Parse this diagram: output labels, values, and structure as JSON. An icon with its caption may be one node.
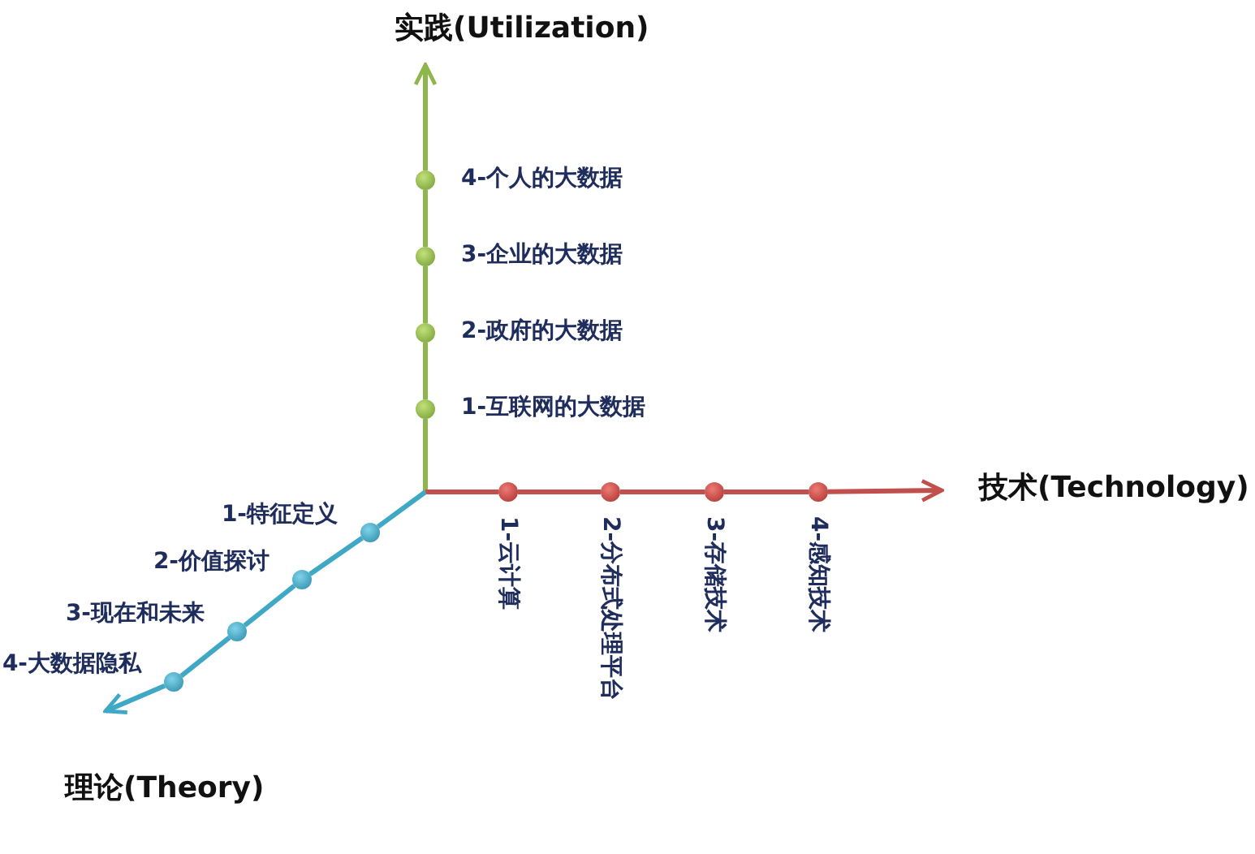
{
  "diagram": {
    "nodes": [
      {
        "text": [
          "实践(Utilization)"
        ]
      },
      {
        "text": [
          "技术(Technology)"
        ]
      },
      {
        "text": [
          "理论(Theory)"
        ]
      },
      {
        "text": [],
        "shape": "circle",
        "beside": [
          "1-互联网的大数据"
        ]
      },
      {
        "text": [],
        "shape": "circle",
        "beside": [
          "2-政府的大数据"
        ]
      },
      {
        "text": [],
        "shape": "circle",
        "beside": [
          "3-企业的大数据"
        ]
      },
      {
        "text": [],
        "shape": "circle",
        "beside": [
          "4-个人的大数据"
        ]
      },
      {
        "text": [],
        "shape": "circle",
        "beside": [
          "1-云计算"
        ]
      },
      {
        "text": [],
        "shape": "circle",
        "beside": [
          "2-分布式处理平台"
        ]
      },
      {
        "text": [],
        "shape": "circle",
        "beside": [
          "3-存储技术"
        ]
      },
      {
        "text": [],
        "shape": "circle",
        "beside": [
          "4-感知技术"
        ]
      },
      {
        "text": [],
        "shape": "circle",
        "beside": [
          "1-特征定义"
        ]
      },
      {
        "text": [],
        "shape": "circle",
        "beside": [
          "2-价值探讨"
        ]
      },
      {
        "text": [],
        "shape": "circle",
        "beside": [
          "3-现在和未来"
        ]
      },
      {
        "text": [],
        "shape": "circle",
        "beside": [
          "4-大数据隐私"
        ]
      }
    ],
    "edges": [
      {
        "from": null,
        "to": 3,
        "arrow": "none",
        "color": "#8db64c"
      },
      {
        "from": 3,
        "to": 4,
        "arrow": "none",
        "color": "#8db64c"
      },
      {
        "from": 4,
        "to": 5,
        "arrow": "none",
        "color": "#8db64c"
      },
      {
        "from": 5,
        "to": 6,
        "arrow": "none",
        "color": "#8db64c"
      },
      {
        "from": 6,
        "to": 0,
        "arrow": "to",
        "color": "#8db64c"
      },
      {
        "from": null,
        "to": 7,
        "arrow": "none",
        "color": "#c0504d"
      },
      {
        "from": 7,
        "to": 8,
        "arrow": "none",
        "color": "#c0504d"
      },
      {
        "from": 8,
        "to": 9,
        "arrow": "none",
        "color": "#c0504d"
      },
      {
        "from": 9,
        "to": 10,
        "arrow": "none",
        "color": "#c0504d"
      },
      {
        "from": 10,
        "to": 1,
        "arrow": "to",
        "color": "#c0504d"
      },
      {
        "from": null,
        "to": 11,
        "arrow": "none",
        "color": "#3fa8c4"
      },
      {
        "from": 11,
        "to": 12,
        "arrow": "none",
        "color": "#3fa8c4"
      },
      {
        "from": 12,
        "to": 13,
        "arrow": "none",
        "color": "#3fa8c4"
      },
      {
        "from": 13,
        "to": 14,
        "arrow": "none",
        "color": "#3fa8c4"
      },
      {
        "from": 14,
        "to": 2,
        "arrow": "to",
        "color": "#3fa8c4"
      }
    ]
  }
}
